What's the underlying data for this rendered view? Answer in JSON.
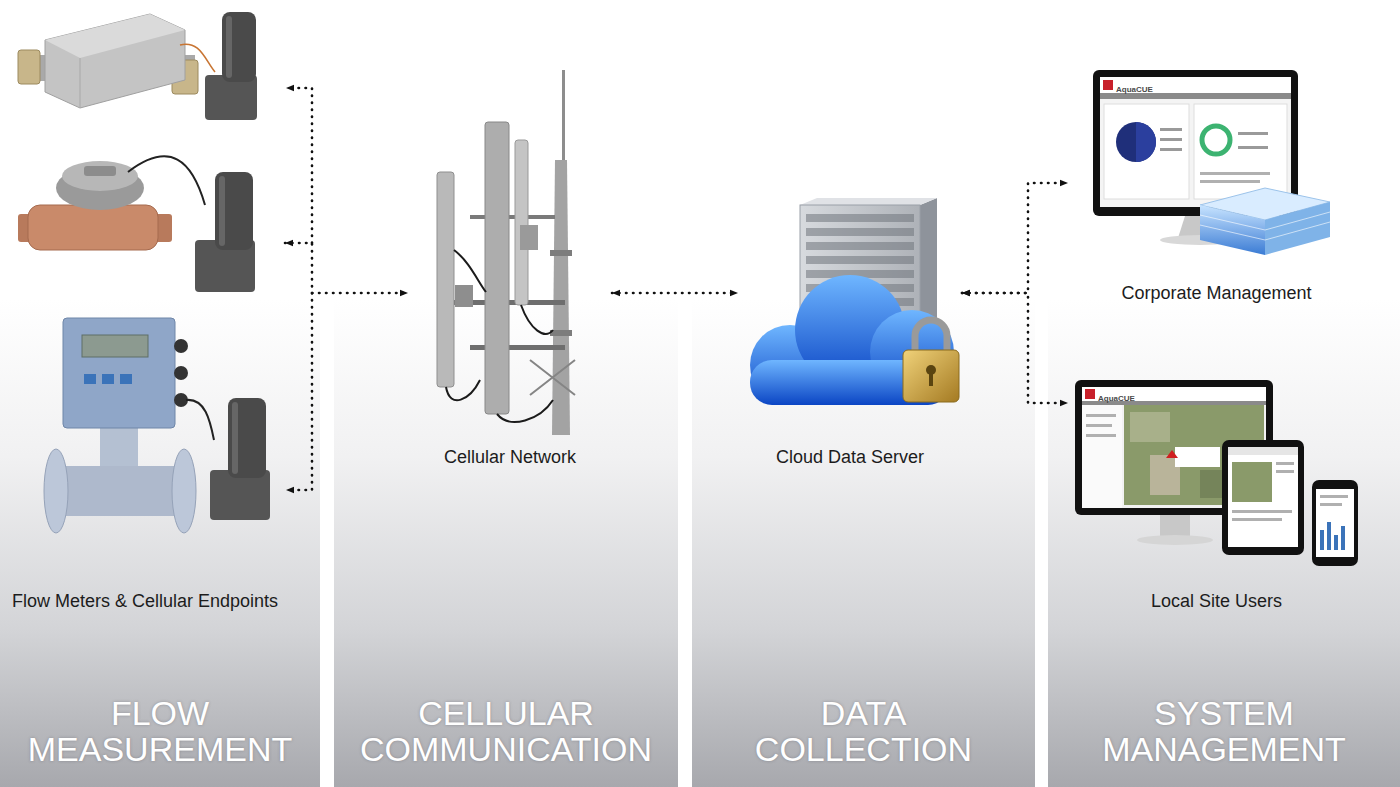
{
  "diagram": {
    "nodes": [
      {
        "text": [
          "FLOW MEASUREMENT"
        ]
      },
      {
        "text": [
          "Flow Meters & Cellular Endpoints"
        ],
        "in": 0
      },
      {
        "text": [
          "CELLULAR COMMUNICATION"
        ]
      },
      {
        "text": [
          "Cellular Network"
        ],
        "in": 2
      },
      {
        "text": [
          "DATA COLLECTION"
        ]
      },
      {
        "text": [
          "Cloud Data Server"
        ],
        "in": 4
      },
      {
        "text": [
          "SYSTEM MANAGEMENT"
        ]
      },
      {
        "text": [
          "Corporate Management"
        ],
        "in": 6
      },
      {
        "text": [
          "Local Site Users"
        ],
        "in": 6
      }
    ],
    "edges": [
      {
        "from": 1,
        "to": 3,
        "arrow": "both"
      },
      {
        "from": 3,
        "to": 5,
        "arrow": "both"
      },
      {
        "from": 5,
        "to": 7,
        "arrow": "both"
      },
      {
        "from": 5,
        "to": 8,
        "arrow": "both"
      }
    ],
    "labels": [
      "AquaCUE",
      "AquaCUE"
    ]
  }
}
